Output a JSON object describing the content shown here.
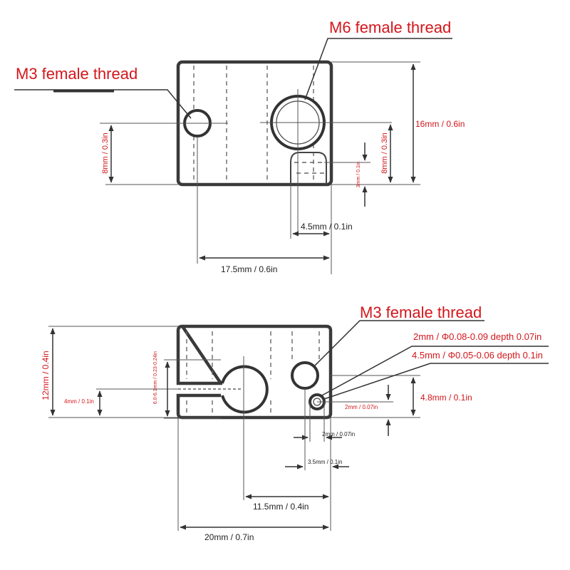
{
  "top_view": {
    "callout_m6": "M6 female thread",
    "callout_m3": "M3 female thread",
    "dim_height": "16mm / 0.6in",
    "dim_left_hole": "8mm / 0.3in",
    "dim_right_center": "8mm / 0.3in",
    "dim_small_vertical": "3mm / 0.1in",
    "dim_offset": "4.5mm / 0.1in",
    "dim_spacing": "17.5mm / 0.6in"
  },
  "bottom_view": {
    "callout_m3": "M3 female thread",
    "callout_hole_a": "2mm / Φ0.08-0.09 depth 0.07in",
    "callout_hole_b": "4.5mm / Φ0.05-0.06 depth 0.1in",
    "dim_height": "12mm / 0.4in",
    "dim_slot_offset": "4mm / 0.1in",
    "dim_bore": "6.0-6.1mm / 0.23-0.24in",
    "dim_right_height": "4.8mm / 0.1in",
    "dim_right_small": "2mm / 0.07in",
    "dim_small_b": "2mm / 0.07in",
    "dim_small_c": "3.5mm / 0.1in",
    "dim_center": "11.5mm / 0.4in",
    "dim_width": "20mm / 0.7in"
  },
  "colors": {
    "label": "#d3161b",
    "outline": "#3a3a3a"
  }
}
